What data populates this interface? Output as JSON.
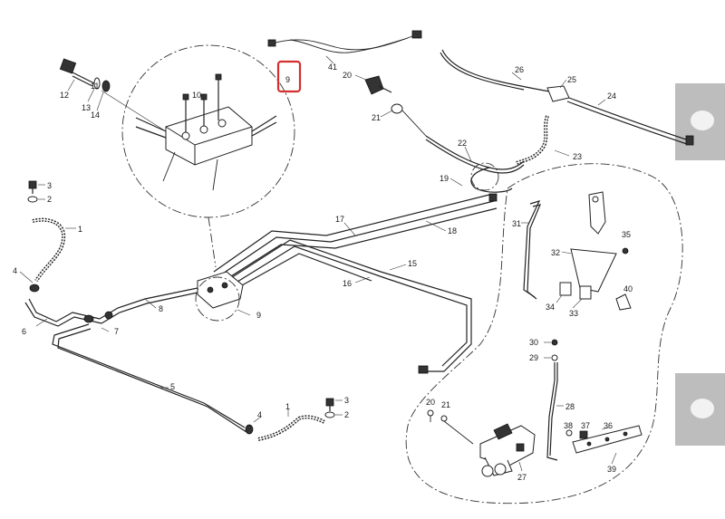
{
  "diagram": {
    "highlight_color": "#d32f2f",
    "highlighted_callout": "9",
    "callouts": [
      {
        "id": "c9-top",
        "text": "9"
      },
      {
        "id": "c10",
        "text": "10"
      },
      {
        "id": "c11",
        "text": "11"
      },
      {
        "id": "c12",
        "text": "12"
      },
      {
        "id": "c13",
        "text": "13"
      },
      {
        "id": "c14",
        "text": "14"
      },
      {
        "id": "c41",
        "text": "41"
      },
      {
        "id": "c20-top",
        "text": "20"
      },
      {
        "id": "c21-top",
        "text": "21"
      },
      {
        "id": "c26",
        "text": "26"
      },
      {
        "id": "c25",
        "text": "25"
      },
      {
        "id": "c24",
        "text": "24"
      },
      {
        "id": "c23",
        "text": "23"
      },
      {
        "id": "c22",
        "text": "22"
      },
      {
        "id": "c19",
        "text": "19"
      },
      {
        "id": "c3-top",
        "text": "3"
      },
      {
        "id": "c2-top",
        "text": "2"
      },
      {
        "id": "c1-top",
        "text": "1"
      },
      {
        "id": "c17",
        "text": "17"
      },
      {
        "id": "c18",
        "text": "18"
      },
      {
        "id": "c31",
        "text": "31"
      },
      {
        "id": "c32",
        "text": "32"
      },
      {
        "id": "c35",
        "text": "35"
      },
      {
        "id": "c15",
        "text": "15"
      },
      {
        "id": "c16",
        "text": "16"
      },
      {
        "id": "c4-top",
        "text": "4"
      },
      {
        "id": "c6",
        "text": "6"
      },
      {
        "id": "c8",
        "text": "8"
      },
      {
        "id": "c9-bottom",
        "text": "9"
      },
      {
        "id": "c7",
        "text": "7"
      },
      {
        "id": "c34",
        "text": "34"
      },
      {
        "id": "c33",
        "text": "33"
      },
      {
        "id": "c40",
        "text": "40"
      },
      {
        "id": "c30",
        "text": "30"
      },
      {
        "id": "c29",
        "text": "29"
      },
      {
        "id": "c5",
        "text": "5"
      },
      {
        "id": "c20-bottom",
        "text": "20"
      },
      {
        "id": "c21-bottom",
        "text": "21"
      },
      {
        "id": "c28",
        "text": "28"
      },
      {
        "id": "c3-bottom",
        "text": "3"
      },
      {
        "id": "c2-bottom",
        "text": "2"
      },
      {
        "id": "c4-bottom",
        "text": "4"
      },
      {
        "id": "c1-bottom",
        "text": "1"
      },
      {
        "id": "c38",
        "text": "38"
      },
      {
        "id": "c37",
        "text": "37"
      },
      {
        "id": "c36",
        "text": "36"
      },
      {
        "id": "c39",
        "text": "39"
      },
      {
        "id": "c27",
        "text": "27"
      }
    ]
  }
}
